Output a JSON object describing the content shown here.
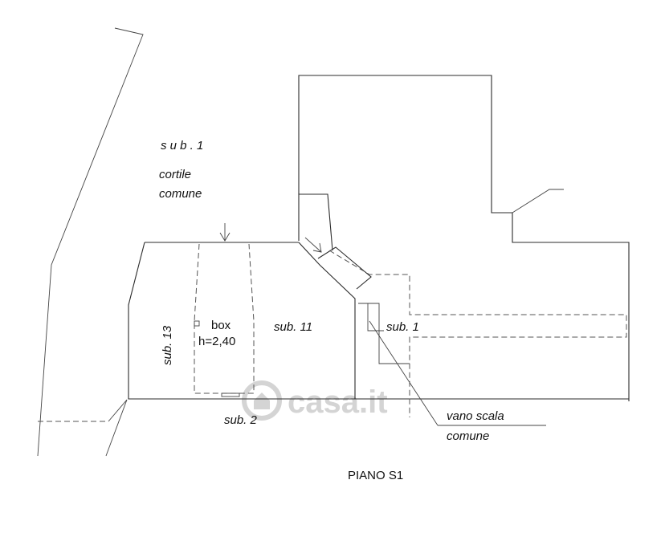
{
  "labels": {
    "sub1_top": "s u b .  1",
    "cortile": "cortile",
    "comune_top": "comune",
    "sub13": "sub. 13",
    "box": "box",
    "box_h": "h=2,40",
    "sub11": "sub. 11",
    "sub1_right": "sub. 1",
    "sub2": "sub. 2",
    "vano_scala": "vano scala",
    "comune_bottom": "comune",
    "piano": "PIANO S1"
  },
  "watermark": "casa.it",
  "colors": {
    "line": "#2b2b2b",
    "text": "#111111",
    "watermark": "#d4d4d4"
  }
}
